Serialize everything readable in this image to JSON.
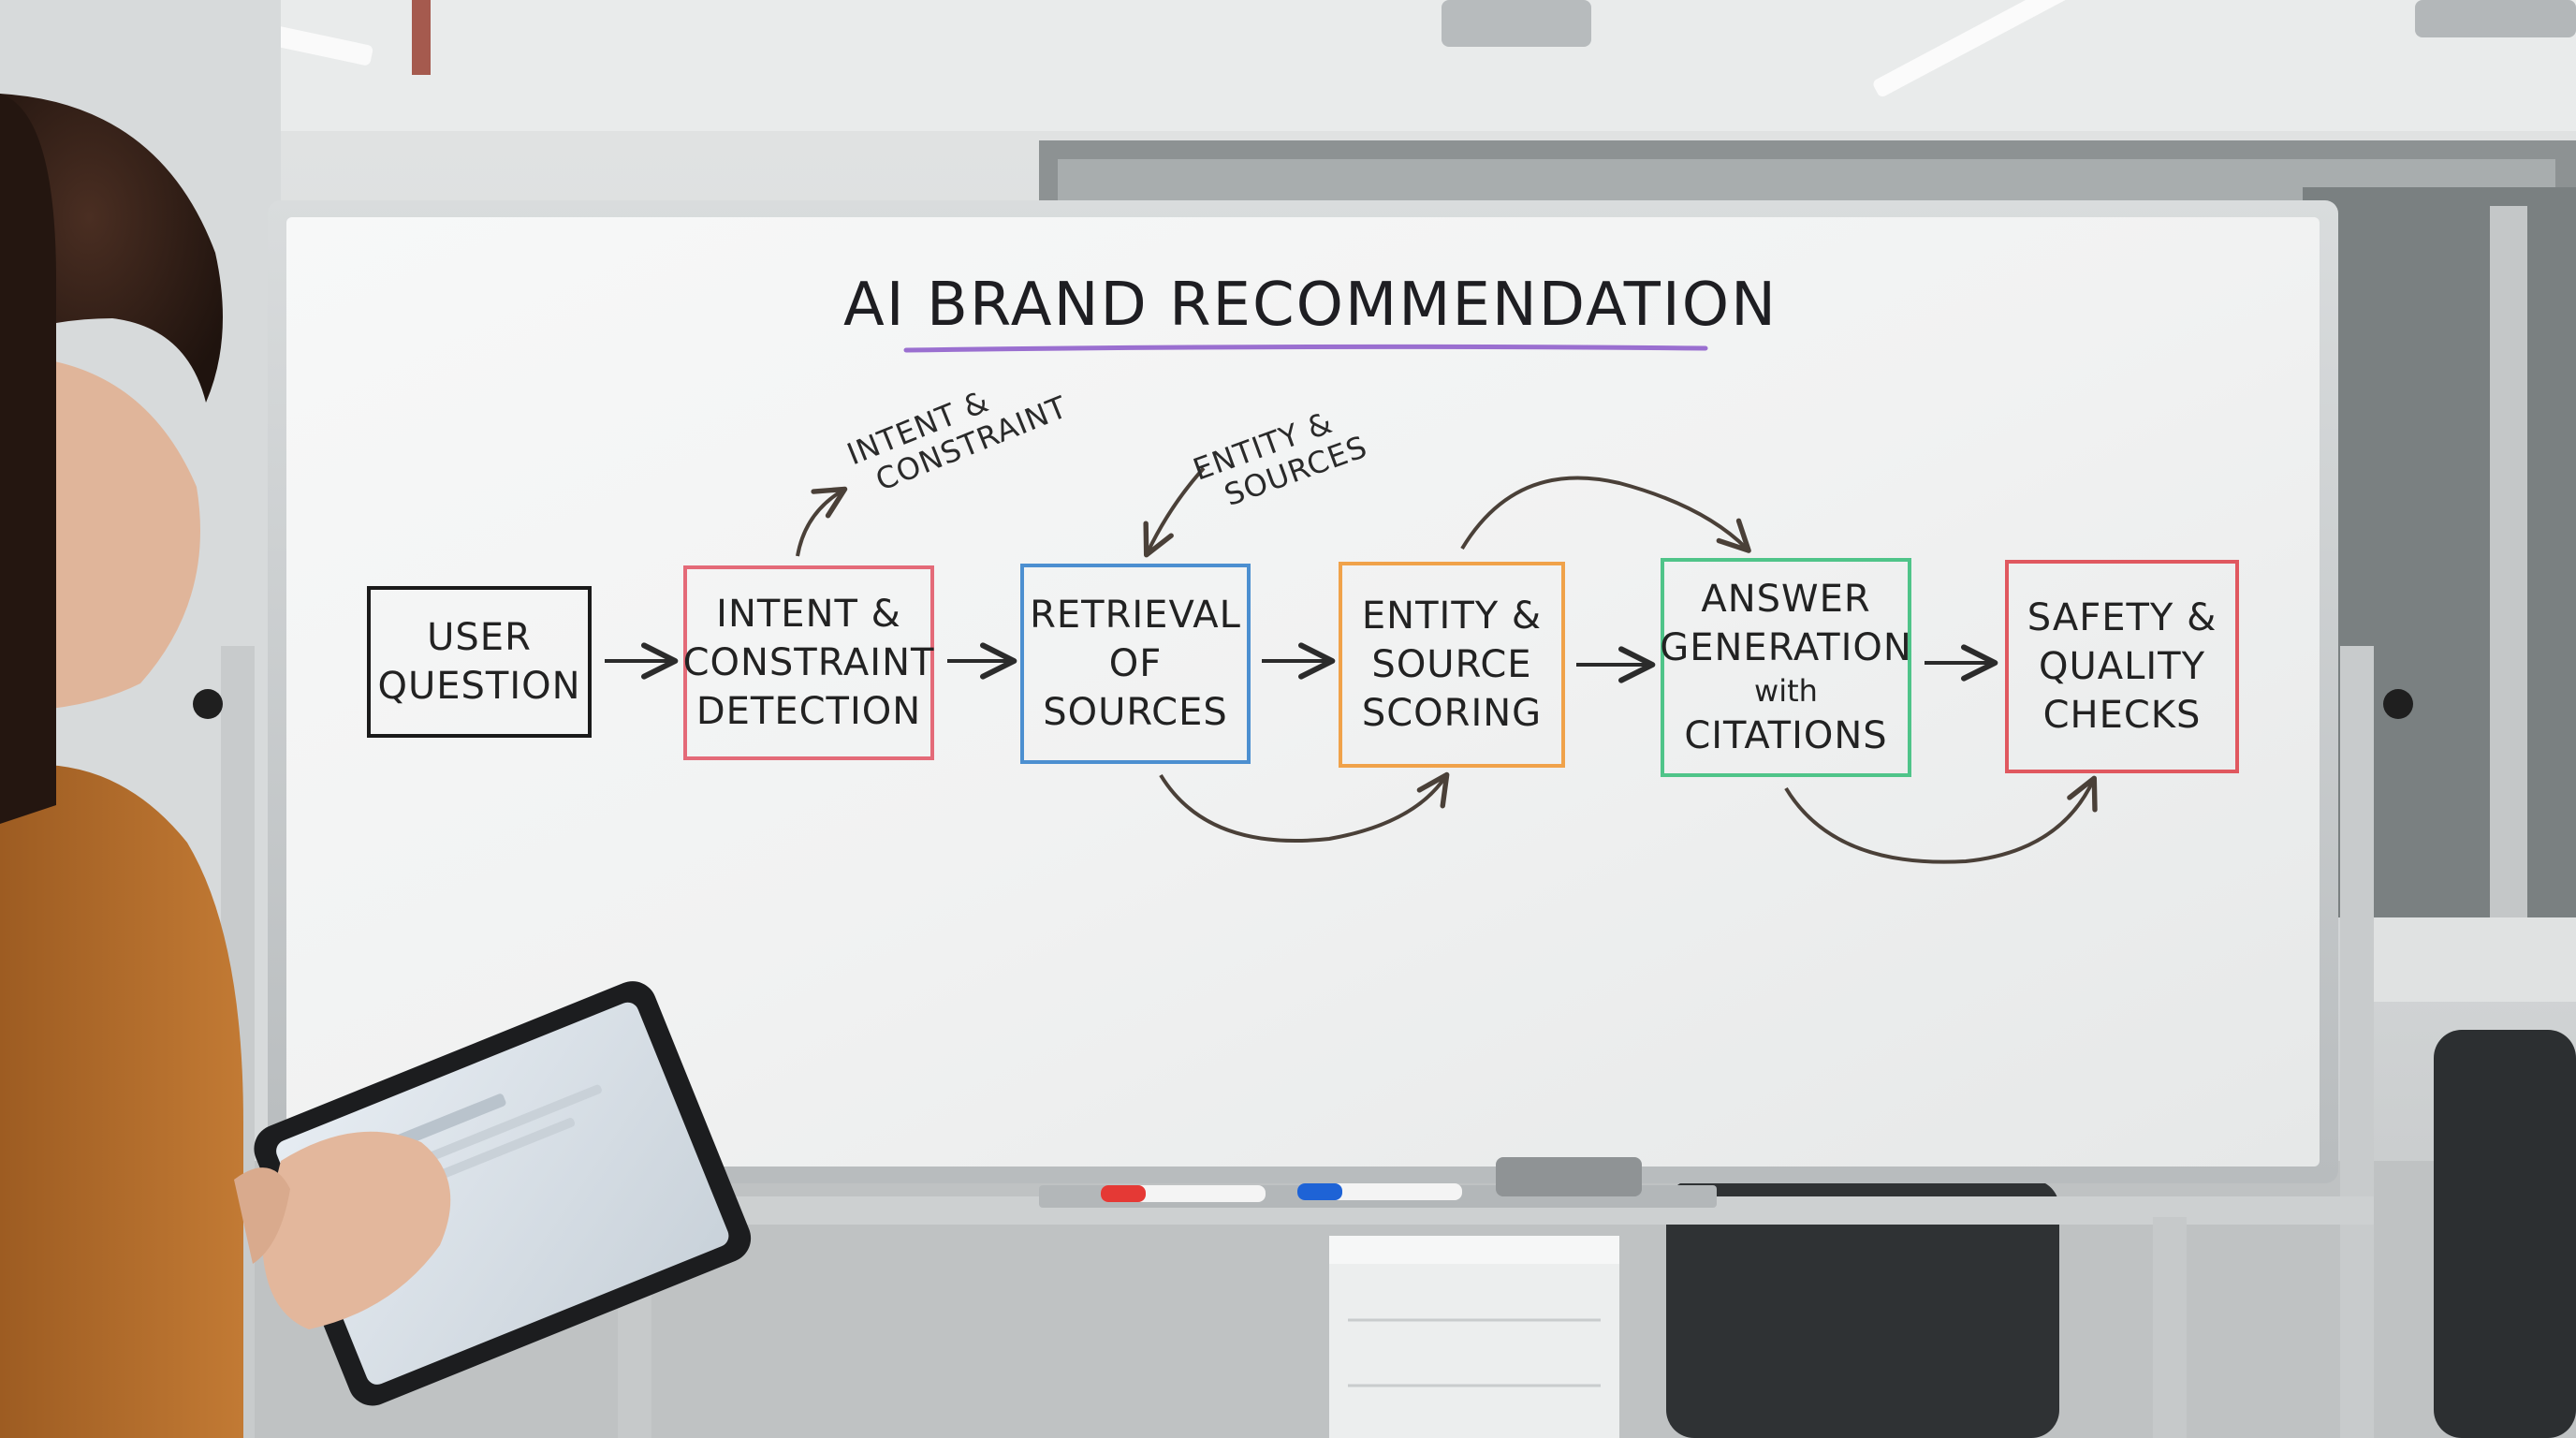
{
  "whiteboard": {
    "title": "AI BRAND RECOMMENDATION",
    "title_underline_color": "#9a6fd0",
    "steps": [
      {
        "lines": [
          "USER",
          "QUESTION"
        ],
        "color": "#1a1a1a"
      },
      {
        "lines": [
          "INTENT &",
          "CONSTRAINT",
          "DETECTION"
        ],
        "color": "#e46a78"
      },
      {
        "lines": [
          "RETRIEVAL",
          "OF",
          "SOURCES"
        ],
        "color": "#4c8fd0"
      },
      {
        "lines": [
          "ENTITY &",
          "SOURCE",
          "SCORING"
        ],
        "color": "#f0a24a"
      },
      {
        "lines": [
          "ANSWER",
          "GENERATION",
          "with",
          "CITATIONS"
        ],
        "color": "#4fc489"
      },
      {
        "lines": [
          "SAFETY &",
          "QUALITY",
          "CHECKS"
        ],
        "color": "#e0585f"
      }
    ],
    "notes": [
      {
        "lines": [
          "INTENT &",
          "CONSTRAINT"
        ]
      },
      {
        "lines": [
          "ENTITY &",
          "SOURCES"
        ]
      }
    ]
  },
  "markers": {
    "colors": [
      "#e53935",
      "#1e63d6"
    ]
  }
}
